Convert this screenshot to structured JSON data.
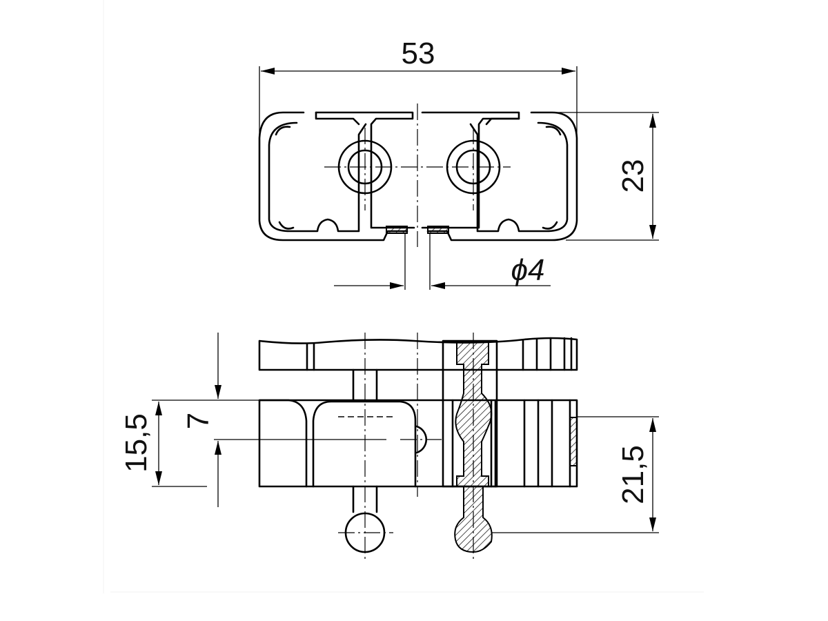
{
  "top_view": {
    "width_label": "53",
    "height_label": "23",
    "hole_label": "ϕ4"
  },
  "side_view": {
    "height_label": "15,5",
    "offset_label": "7",
    "total_label": "21,5"
  }
}
